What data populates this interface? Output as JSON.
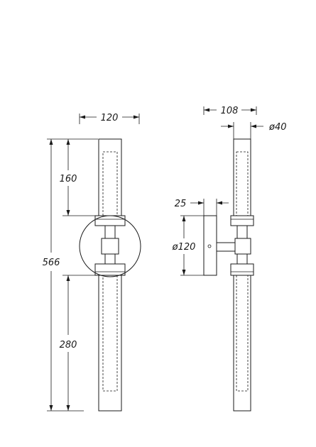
{
  "dimensions": {
    "front_width": "120",
    "front_total_height": "566",
    "front_upper_tube": "160",
    "front_lower_tube": "280",
    "side_depth": "108",
    "side_tube_diameter": "ø40",
    "side_plate_thickness": "25",
    "side_plate_diameter": "ø120"
  }
}
